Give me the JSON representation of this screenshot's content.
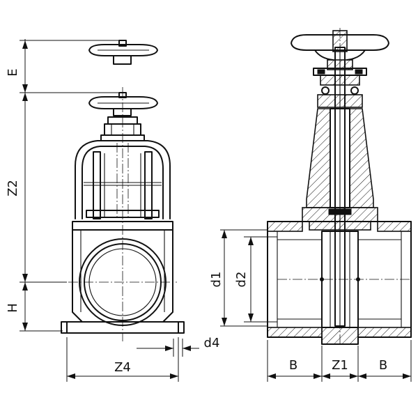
{
  "diagram": {
    "labels": {
      "E": "E",
      "Z2": "Z2",
      "H": "H",
      "Z4": "Z4",
      "d4": "d4",
      "d1": "d1",
      "d2": "d2",
      "B_left": "B",
      "Z1": "Z1",
      "B_right": "B"
    }
  }
}
